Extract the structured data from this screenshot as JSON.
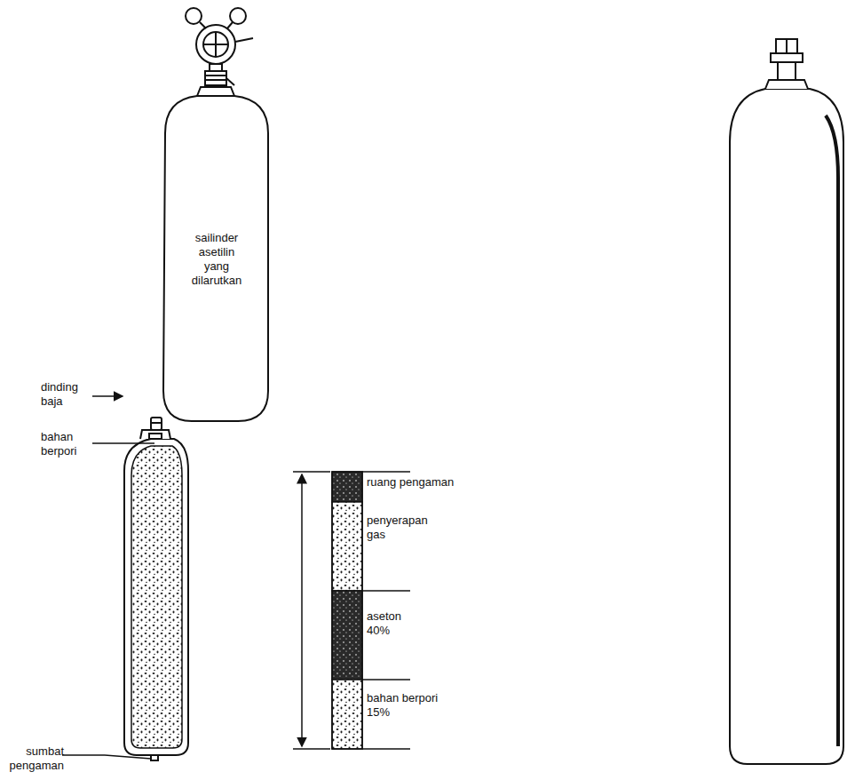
{
  "diagram": {
    "nodes": [
      {
        "text": [
          "sailinder asetilin yang dilarutkan"
        ]
      }
    ],
    "labels": [
      "dinding baja",
      "bahan berpori",
      "sumbat pengaman",
      "ruang pengaman",
      "penyerapan gas",
      "aseton 40%",
      "bahan berpori 15%"
    ]
  }
}
